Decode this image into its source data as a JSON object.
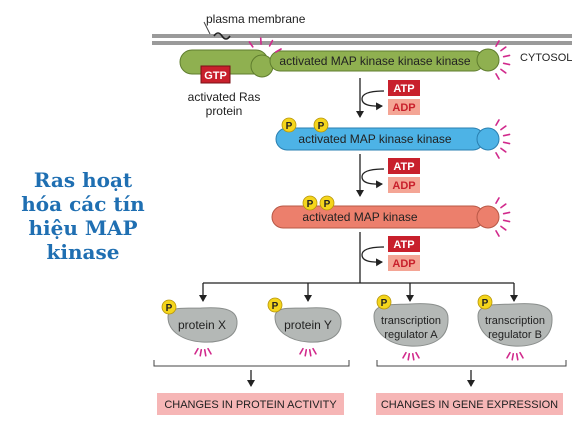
{
  "title_lines": [
    "Ras hoạt",
    "hóa các tín",
    "hiệu MAP",
    "kinase"
  ],
  "membrane": {
    "label": "plasma membrane",
    "side_label": "CYTOSOL"
  },
  "ras": {
    "gtp_label": "GTP",
    "label_line1": "activated Ras",
    "label_line2": "protein"
  },
  "kinases": [
    {
      "label": "activated MAP kinase kinase kinase"
    },
    {
      "label": "activated MAP kinase kinase"
    },
    {
      "label": "activated MAP kinase"
    }
  ],
  "atp_label": "ATP",
  "adp_label": "ADP",
  "phosphate_label": "P",
  "targets": [
    {
      "line1": "protein X",
      "line2": ""
    },
    {
      "line1": "protein Y",
      "line2": ""
    },
    {
      "line1": "transcription",
      "line2": "regulator A"
    },
    {
      "line1": "transcription",
      "line2": "regulator B"
    }
  ],
  "outcomes": [
    {
      "label": "CHANGES IN PROTEIN ACTIVITY"
    },
    {
      "label": "CHANGES IN GENE EXPRESSION"
    }
  ],
  "colors": {
    "title": "#1f6fb2",
    "membrane": "#9a9a9a",
    "ras_green": "#8fb050",
    "gtp_red": "#c8202c",
    "kinase_blue": "#4db3e6",
    "kinase_salmon": "#ec7f6c",
    "atp_red": "#c8202c",
    "adp_pink": "#f4a595",
    "phosphate_yellow": "#f4d51c",
    "target_gray": "#b4b8b6",
    "glow_magenta": "#d12a8c",
    "outcome_fill": "#f6b6b6"
  }
}
